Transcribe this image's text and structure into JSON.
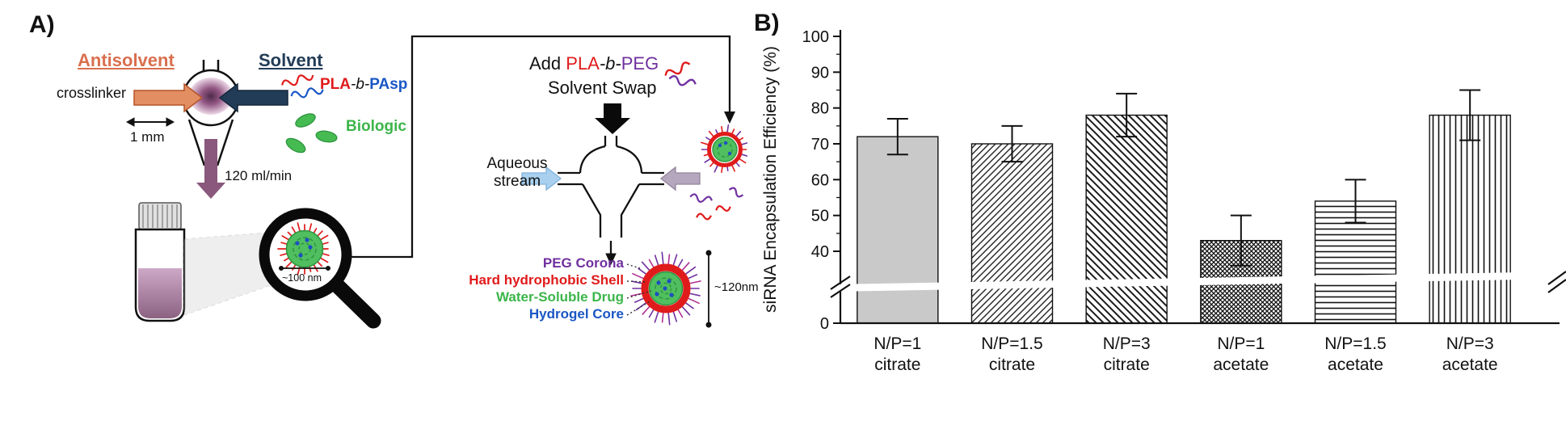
{
  "figure": {
    "panel_a": {
      "label": "A)",
      "antisolvent_label": "Antisolvent",
      "solvent_label": "Solvent",
      "crosslinker_label": "crosslinker",
      "scale_label": "1 mm",
      "flow_rate_label": "120 ml/min",
      "pla_pasp": {
        "pla": "PLA",
        "b": "-b-",
        "pasp": "PAsp"
      },
      "biologic_label": "Biologic",
      "nanoparticle_scale_label": "~100 nm",
      "solvent_swap": {
        "add": "Add ",
        "pla": "PLA",
        "b": "-b-",
        "peg": "PEG",
        "line2": "Solvent Swap"
      },
      "aqueous_stream_label": "Aqueous stream",
      "particle_legend": {
        "peg_corona": "PEG Corona",
        "shell": "Hard hydrophobic Shell",
        "drug": "Water-Soluble Drug",
        "core": "Hydrogel Core"
      },
      "particle_size_label": "~120nm"
    },
    "panel_b": {
      "label": "B)"
    }
  },
  "colors": {
    "antisolvent": "#d96f4e",
    "solvent": "#223c57",
    "pla": "#e01b1b",
    "pasp": "#1a56c4",
    "peg": "#7030a0",
    "biologic": "#3cb54a",
    "hydrophobic_shell": "#e01b1b",
    "water_soluble_drug": "#3cb54a",
    "hydrogel_core": "#1a56c4",
    "bar_gray": "#c9c9c9"
  },
  "chart_data": {
    "type": "bar",
    "title": "",
    "xlabel": "",
    "ylabel": "siRNA Encapsulation Efficiency (%)",
    "categories": [
      "N/P=1 citrate",
      "N/P=1.5 citrate",
      "N/P=3 citrate",
      "N/P=1 acetate",
      "N/P=1.5 acetate",
      "N/P=3 acetate"
    ],
    "values": [
      72,
      70,
      78,
      43,
      54,
      78
    ],
    "errors": [
      5,
      5,
      6,
      7,
      6,
      7
    ],
    "ylim": [
      0,
      100
    ],
    "yticks": [
      0,
      40,
      50,
      60,
      70,
      80,
      90,
      100
    ],
    "axis_break": {
      "between": [
        0,
        40
      ]
    },
    "grid": false,
    "legend": "none",
    "bar_patterns": [
      "solid-gray",
      "diag-up",
      "diag-down",
      "crosshatch",
      "horizontal",
      "vertical"
    ]
  }
}
